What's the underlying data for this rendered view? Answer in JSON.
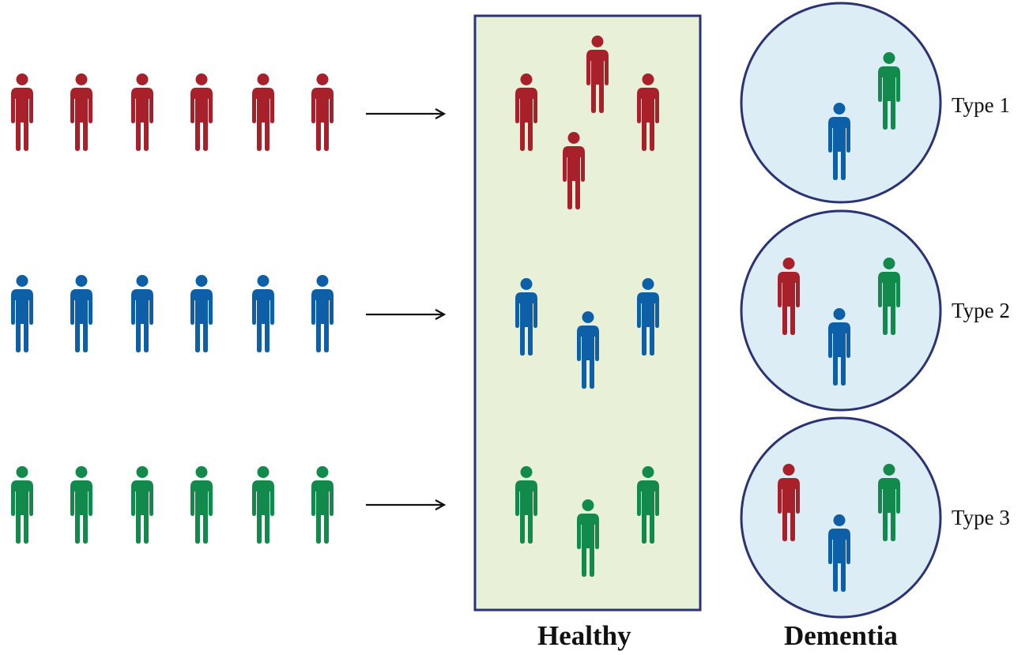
{
  "colors": {
    "red": "#a8202a",
    "blue": "#0d5fa7",
    "green": "#118a4c",
    "healthy_fill": "#e8f0d8",
    "dementia_fill": "#dcedf5",
    "frame_stroke": "#2a3373",
    "arrow": "#111111"
  },
  "icon": "person-icon",
  "groups": [
    {
      "color": "red",
      "count": 6
    },
    {
      "color": "blue",
      "count": 6
    },
    {
      "color": "green",
      "count": 6
    }
  ],
  "healthy": {
    "label": "Healthy",
    "clusters": [
      {
        "color": "red",
        "count": 4
      },
      {
        "color": "blue",
        "count": 3
      },
      {
        "color": "green",
        "count": 3
      }
    ]
  },
  "dementia": {
    "label": "Dementia",
    "types": [
      {
        "label": "Type 1",
        "people": [
          "blue",
          "green"
        ]
      },
      {
        "label": "Type 2",
        "people": [
          "red",
          "blue",
          "green"
        ]
      },
      {
        "label": "Type 3",
        "people": [
          "red",
          "blue",
          "green"
        ]
      }
    ]
  }
}
